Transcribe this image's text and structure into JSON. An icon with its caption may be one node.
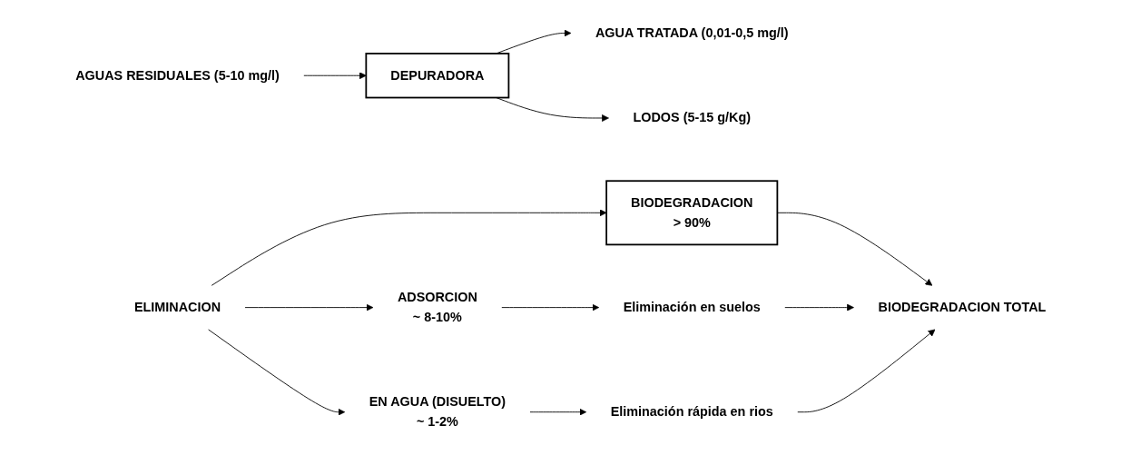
{
  "diagram": {
    "nodes": [
      {
        "text": [
          "AGUAS RESIDUALES (5-10 mg/l)"
        ]
      },
      {
        "text": [
          "DEPURADORA"
        ]
      },
      {
        "text": [
          "AGUA TRATADA (0,01-0,5 mg/l)"
        ]
      },
      {
        "text": [
          "LODOS (5-15 g/Kg)"
        ]
      },
      {
        "text": [
          "ELIMINACION"
        ]
      },
      {
        "text": [
          "BIODEGRADACION",
          "> 90%"
        ]
      },
      {
        "text": [
          "ADSORCION",
          "~ 8-10%"
        ]
      },
      {
        "text": [
          "EN AGUA (DISUELTO)",
          "~ 1-2%"
        ]
      },
      {
        "text": [
          "Eliminación en suelos"
        ]
      },
      {
        "text": [
          "Eliminación rápida en rios"
        ]
      },
      {
        "text": [
          "BIODEGRADACION TOTAL"
        ]
      }
    ],
    "edges": [
      {
        "from": 0,
        "to": 1,
        "arrow": "to"
      },
      {
        "from": 1,
        "to": 2,
        "arrow": "to"
      },
      {
        "from": 1,
        "to": 3,
        "arrow": "to"
      },
      {
        "from": 4,
        "to": 5,
        "arrow": "to"
      },
      {
        "from": 4,
        "to": 6,
        "arrow": "to"
      },
      {
        "from": 4,
        "to": 7,
        "arrow": "to"
      },
      {
        "from": 6,
        "to": 8,
        "arrow": "to"
      },
      {
        "from": 7,
        "to": 9,
        "arrow": "to"
      },
      {
        "from": 5,
        "to": 10,
        "arrow": "to"
      },
      {
        "from": 8,
        "to": 10,
        "arrow": "to"
      },
      {
        "from": 9,
        "to": 10,
        "arrow": "to"
      }
    ]
  }
}
